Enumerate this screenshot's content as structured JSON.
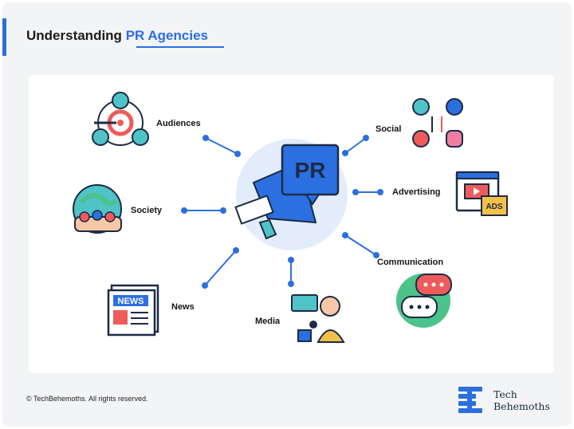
{
  "header": {
    "title_prefix": "Understanding",
    "title_highlight": "PR Agencies"
  },
  "diagram": {
    "center_icon_text": "PR",
    "nodes": [
      {
        "label": "Audiences"
      },
      {
        "label": "Society"
      },
      {
        "label": "News"
      },
      {
        "label": "Media"
      },
      {
        "label": "Social"
      },
      {
        "label": "Advertising"
      },
      {
        "label": "Communication"
      }
    ],
    "news_icon_text": "NEWS",
    "ads_icon_text": "ADS"
  },
  "footer": {
    "copyright": "© TechBehemoths. All rights reserved.",
    "brand_line1": "Tech",
    "brand_line2": "Behemoths"
  },
  "colors": {
    "accent": "#2b6fe0",
    "teal": "#4fc3c8",
    "navy": "#243a55",
    "red": "#ef5b5b",
    "green": "#4cc38a"
  }
}
